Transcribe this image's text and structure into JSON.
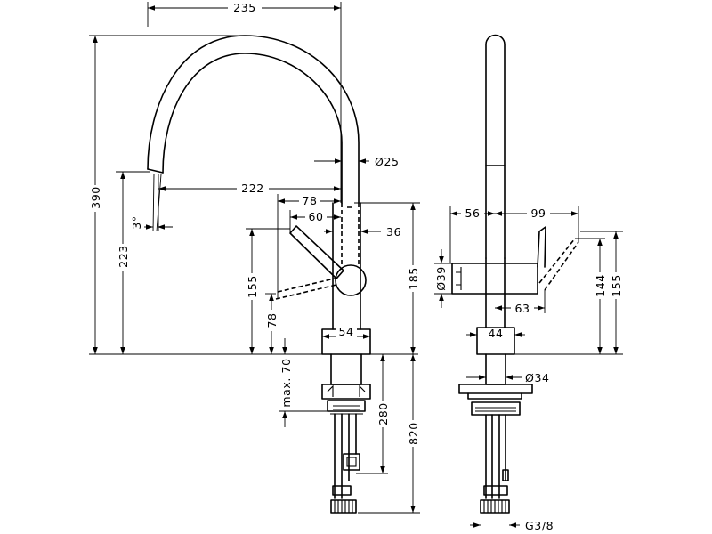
{
  "colors": {
    "line": "#000000",
    "background": "#ffffff"
  },
  "dimensions": {
    "overall_reach": "235",
    "overall_height": "390",
    "spout_diameter": "Ø25",
    "spout_reach": "222",
    "lever_reach": "78",
    "lever_offset": "60",
    "lever_width": "36",
    "swivel_angle": "3°",
    "spout_outlet_height": "223",
    "lever_height": "155",
    "lever_axis_height": "78",
    "body_height": "185",
    "base_width": "54",
    "max_worktop": "max. 70",
    "shank_length": "280",
    "hose_length": "820",
    "side_lever_back": "56",
    "side_lever_travel": "99",
    "hub_diameter": "Ø39",
    "side_lever_projection": "63",
    "side_height_144": "144",
    "side_height_155": "155",
    "side_base_width": "44",
    "mount_diameter": "Ø34",
    "connection_thread": "G3/8"
  }
}
